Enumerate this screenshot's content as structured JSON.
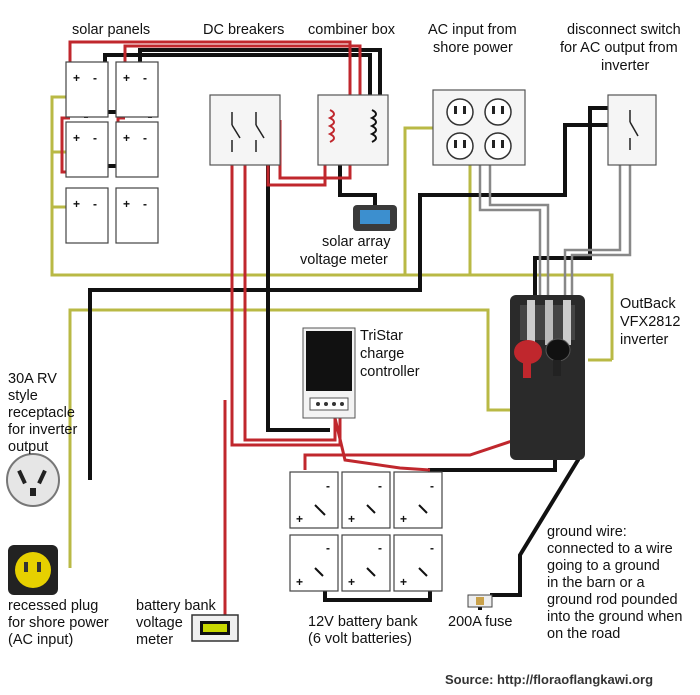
{
  "labels": {
    "solar_panels": "solar panels",
    "dc_breakers": "DC breakers",
    "combiner_box": "combiner box",
    "ac_input_1": "AC input from",
    "ac_input_2": "shore power",
    "disconnect_1": "disconnect switch",
    "disconnect_2": "for AC output from",
    "disconnect_3": "inverter",
    "meter_1": "solar array",
    "meter_2": "voltage meter",
    "outback_1": "OutBack",
    "outback_2": "VFX2812",
    "outback_3": "inverter",
    "tristar_1": "TriStar",
    "tristar_2": "charge",
    "tristar_3": "controller",
    "rv_1": "30A RV",
    "rv_2": "style",
    "rv_3": "receptacle",
    "rv_4": "for inverter",
    "rv_5": "output",
    "plug_1": "recessed plug",
    "plug_2": "for shore power",
    "plug_3": "(AC input)",
    "bbm_1": "battery bank",
    "bbm_2": "voltage",
    "bbm_3": "meter",
    "bank_1": "12V battery bank",
    "bank_2": "(6 volt batteries)",
    "fuse": "200A fuse",
    "ground_1": "ground wire:",
    "ground_2": "connected to a wire",
    "ground_3": "going to a ground",
    "ground_4": "in the barn or a",
    "ground_5": "ground rod pounded",
    "ground_6": "into the ground when",
    "ground_7": "on the road"
  },
  "panel_terminal": {
    "plus": "+",
    "minus": "-"
  },
  "source": "Source: http://floraoflangkawi.org",
  "colors": {
    "positive_wire": "#c0272d",
    "negative_wire": "#111111",
    "ground_wire": "#b9b945",
    "ac_wire": "#888888",
    "inverter_body": "#2a2a2a",
    "meter_screen": "#3c8fcf",
    "plug_yellow": "#e6d000"
  }
}
